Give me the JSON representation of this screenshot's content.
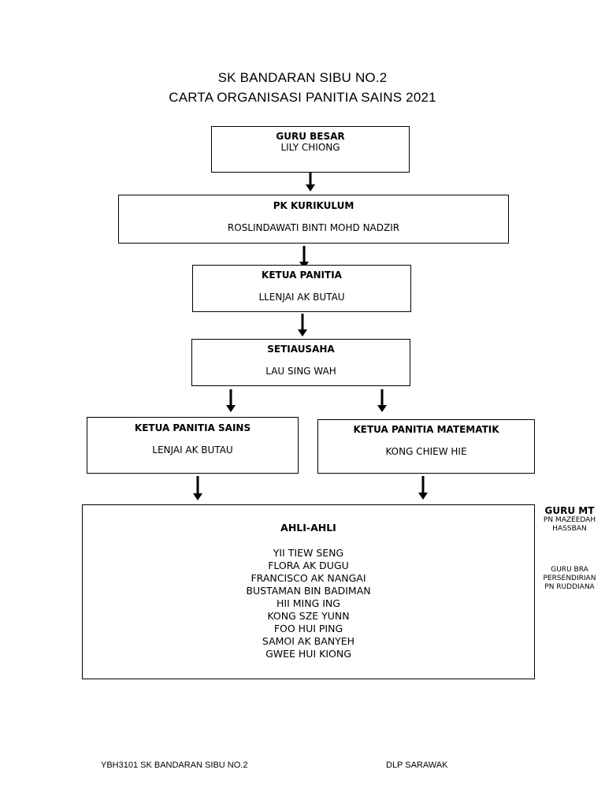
{
  "header": {
    "school": "SK BANDARAN SIBU NO.2",
    "chart_title": "CARTA ORGANISASI PANITIA SAINS 2021"
  },
  "nodes": {
    "guru_besar": {
      "title": "GURU BESAR",
      "name": "LILY CHIONG"
    },
    "pk_kurikulum": {
      "title": "PK KURIKULUM",
      "name": "ROSLINDAWATI BINTI MOHD NADZIR"
    },
    "ketua_panitia": {
      "title": "KETUA PANITIA",
      "name": "LLENJAI AK BUTAU"
    },
    "setiausaha": {
      "title": "SETIAUSAHA",
      "name": "LAU SING WAH"
    },
    "ketua_sains": {
      "title": "KETUA PANITIA SAINS",
      "name": "LENJAI AK BUTAU"
    },
    "ketua_matematik": {
      "title": "KETUA PANITIA MATEMATIK",
      "name": "KONG CHIEW HIE"
    }
  },
  "ahli": {
    "title": "AHLI-AHLI",
    "members": [
      "YII TIEW SENG",
      "FLORA AK DUGU",
      "FRANCISCO AK NANGAI",
      "BUSTAMAN BIN BADIMAN",
      "HII MING ING",
      "KONG SZE YUNN",
      "FOO HUI PING",
      "SAMOI AK BANYEH",
      "GWEE HUI KIONG"
    ]
  },
  "side_panel": {
    "heading": "GURU MT",
    "group1": [
      "PN MAZEEDAH",
      "HASSBAN"
    ],
    "group2": [
      "GURU BRA",
      "PERSENDIRIAN",
      "PN RUDDIANA"
    ]
  },
  "footer": {
    "left": "YBH3101 SK BANDARAN SIBU NO.2",
    "right": "DLP SARAWAK"
  }
}
